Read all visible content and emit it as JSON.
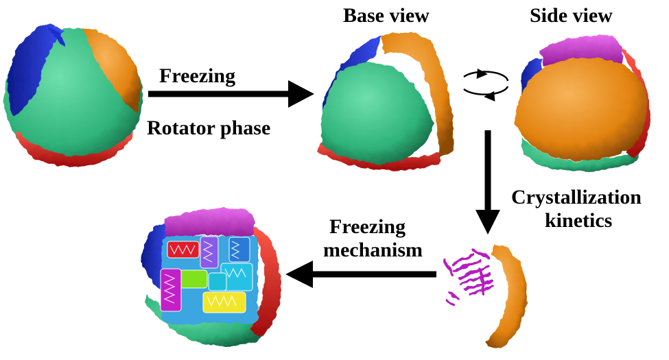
{
  "labels": {
    "freezing": "Freezing",
    "rotator_phase": "Rotator phase",
    "base_view": "Base view",
    "side_view": "Side view",
    "crystallization": "Crystallization",
    "kinetics": "kinetics",
    "freezing_mechanism_1": "Freezing",
    "freezing_mechanism_2": "mechanism"
  },
  "colors": {
    "green": "#2fb37a",
    "orange": "#e2820f",
    "blue": "#1c2fd0",
    "red": "#dd1414",
    "magenta": "#c21fc8",
    "cyan": "#25c2e6",
    "yellow": "#f2e62a",
    "lime": "#7fe21c",
    "arrow": "#000000"
  }
}
